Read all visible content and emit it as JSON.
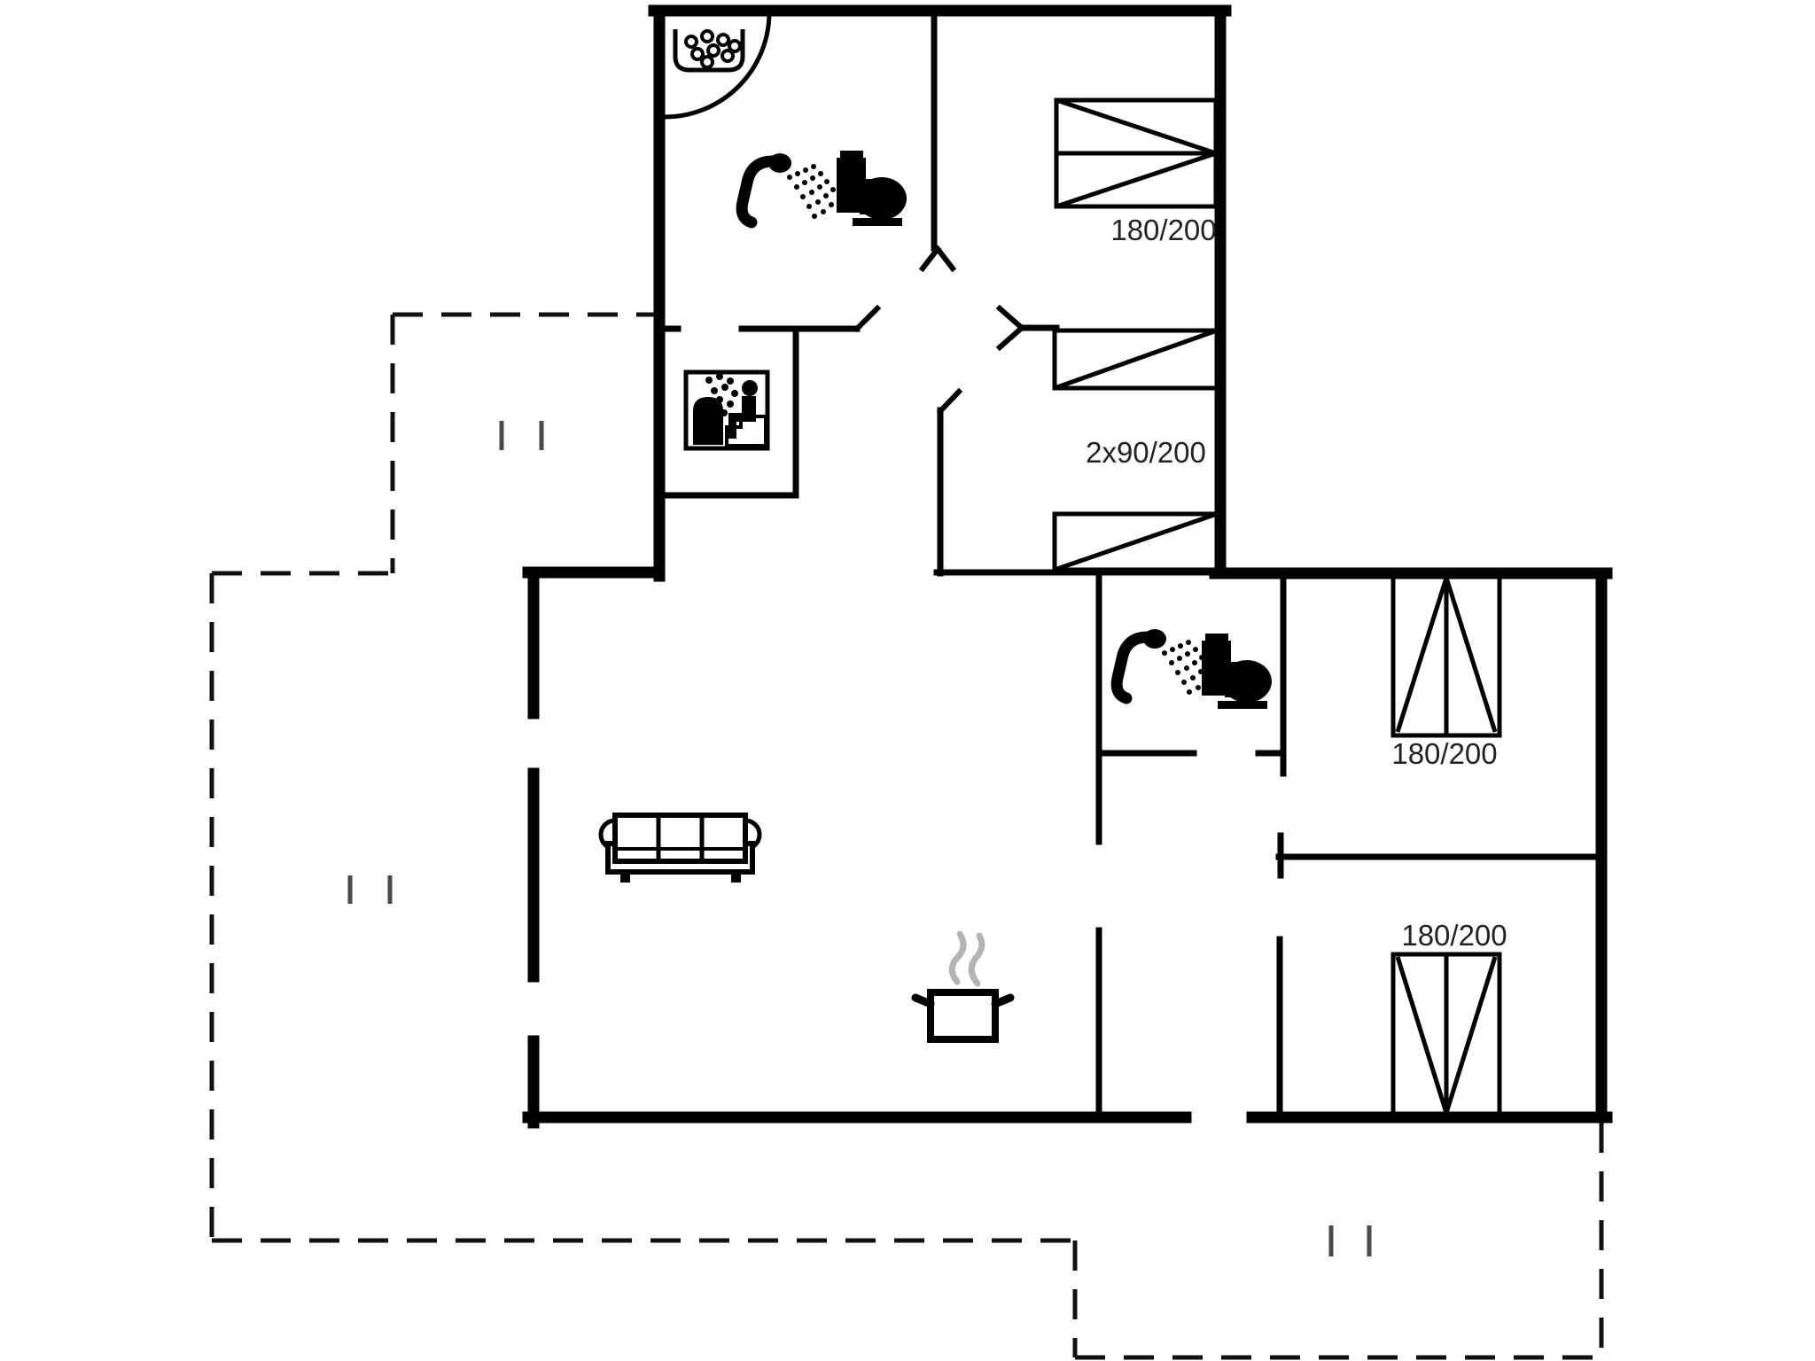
{
  "floorplan": {
    "labels": {
      "bed_top_right": "180/200",
      "bed_twin": "2x90/200",
      "bed_east": "180/200",
      "bed_south_east": "180/200"
    },
    "icons": {
      "whirlpool": "whirlpool-icon",
      "shower_bathroom_1": "shower-icon",
      "toilet_bathroom_1": "toilet-icon",
      "sauna": "sauna-icon",
      "shower_bathroom_2": "shower-icon",
      "toilet_bathroom_2": "toilet-icon",
      "sofa": "sofa-icon",
      "cooking_pot": "cooking-pot-icon"
    },
    "colors": {
      "wall": "#000000",
      "text": "#222222",
      "steam": "#b4b4b4",
      "tick": "#4a4a4a",
      "background": "#ffffff"
    }
  }
}
